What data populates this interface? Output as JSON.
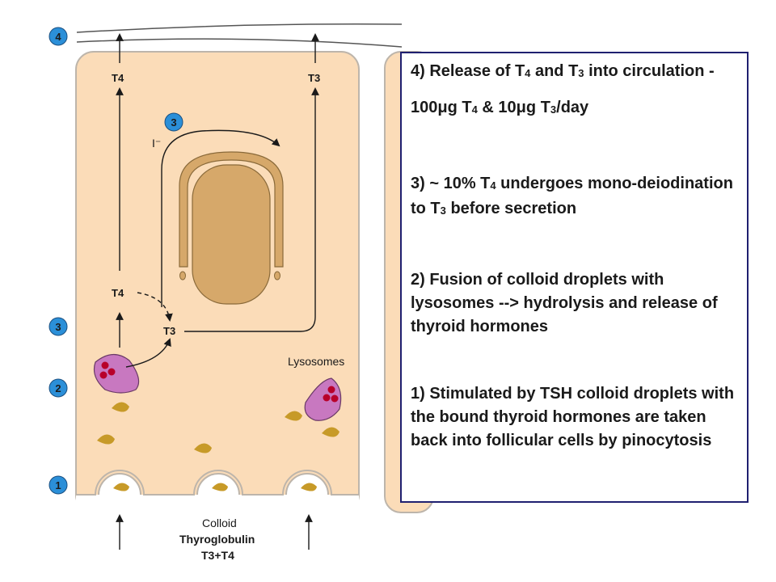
{
  "diagram": {
    "step_badges": [
      "4",
      "3",
      "3",
      "2",
      "1"
    ],
    "labels": {
      "t4_top": "T4",
      "t3_top": "T3",
      "t4_mid": "T4",
      "t3_mid": "T3",
      "iodide": "I⁻",
      "lysosomes": "Lysosomes",
      "colloid": "Colloid",
      "thyroglobulin": "Thyroglobulin",
      "t3_t4": "T3+T4"
    },
    "colors": {
      "cell_fill": "#fbdcb8",
      "cell_border": "#bdb5ab",
      "nucleus": "#d6a86a",
      "lysosome": "#c878c0",
      "hormone_dot": "#b8002a",
      "droplet": "#c79a28",
      "badge": "#2b8fd8",
      "box_border": "#1f2070"
    }
  },
  "info": {
    "s4_line1": "4) Release of ",
    "s4_t4": "T",
    "s4_t4_sub": "4",
    "s4_and": " and ",
    "s4_t3": "T",
    "s4_t3_sub": "3",
    "s4_rest": " into circulation -",
    "s4b_a": "100",
    "s4b_mu1": "μ",
    "s4b_b": "g T",
    "s4b_sub1": "4",
    "s4b_c": " & 10",
    "s4b_mu2": "μ",
    "s4b_d": "g T",
    "s4b_sub2": "3",
    "s4b_e": "/day",
    "s3_a": "3) ~ 10% T",
    "s3_sub1": "4",
    "s3_b": " undergoes mono-deiodination to T",
    "s3_sub2": "3",
    "s3_c": " before secretion",
    "s2": "2) Fusion of colloid droplets with lysosomes --> hydrolysis and release of thyroid hormones",
    "s1": "1) Stimulated by TSH colloid droplets with the bound thyroid hormones are taken back into follicular cells by pinocytosis"
  }
}
